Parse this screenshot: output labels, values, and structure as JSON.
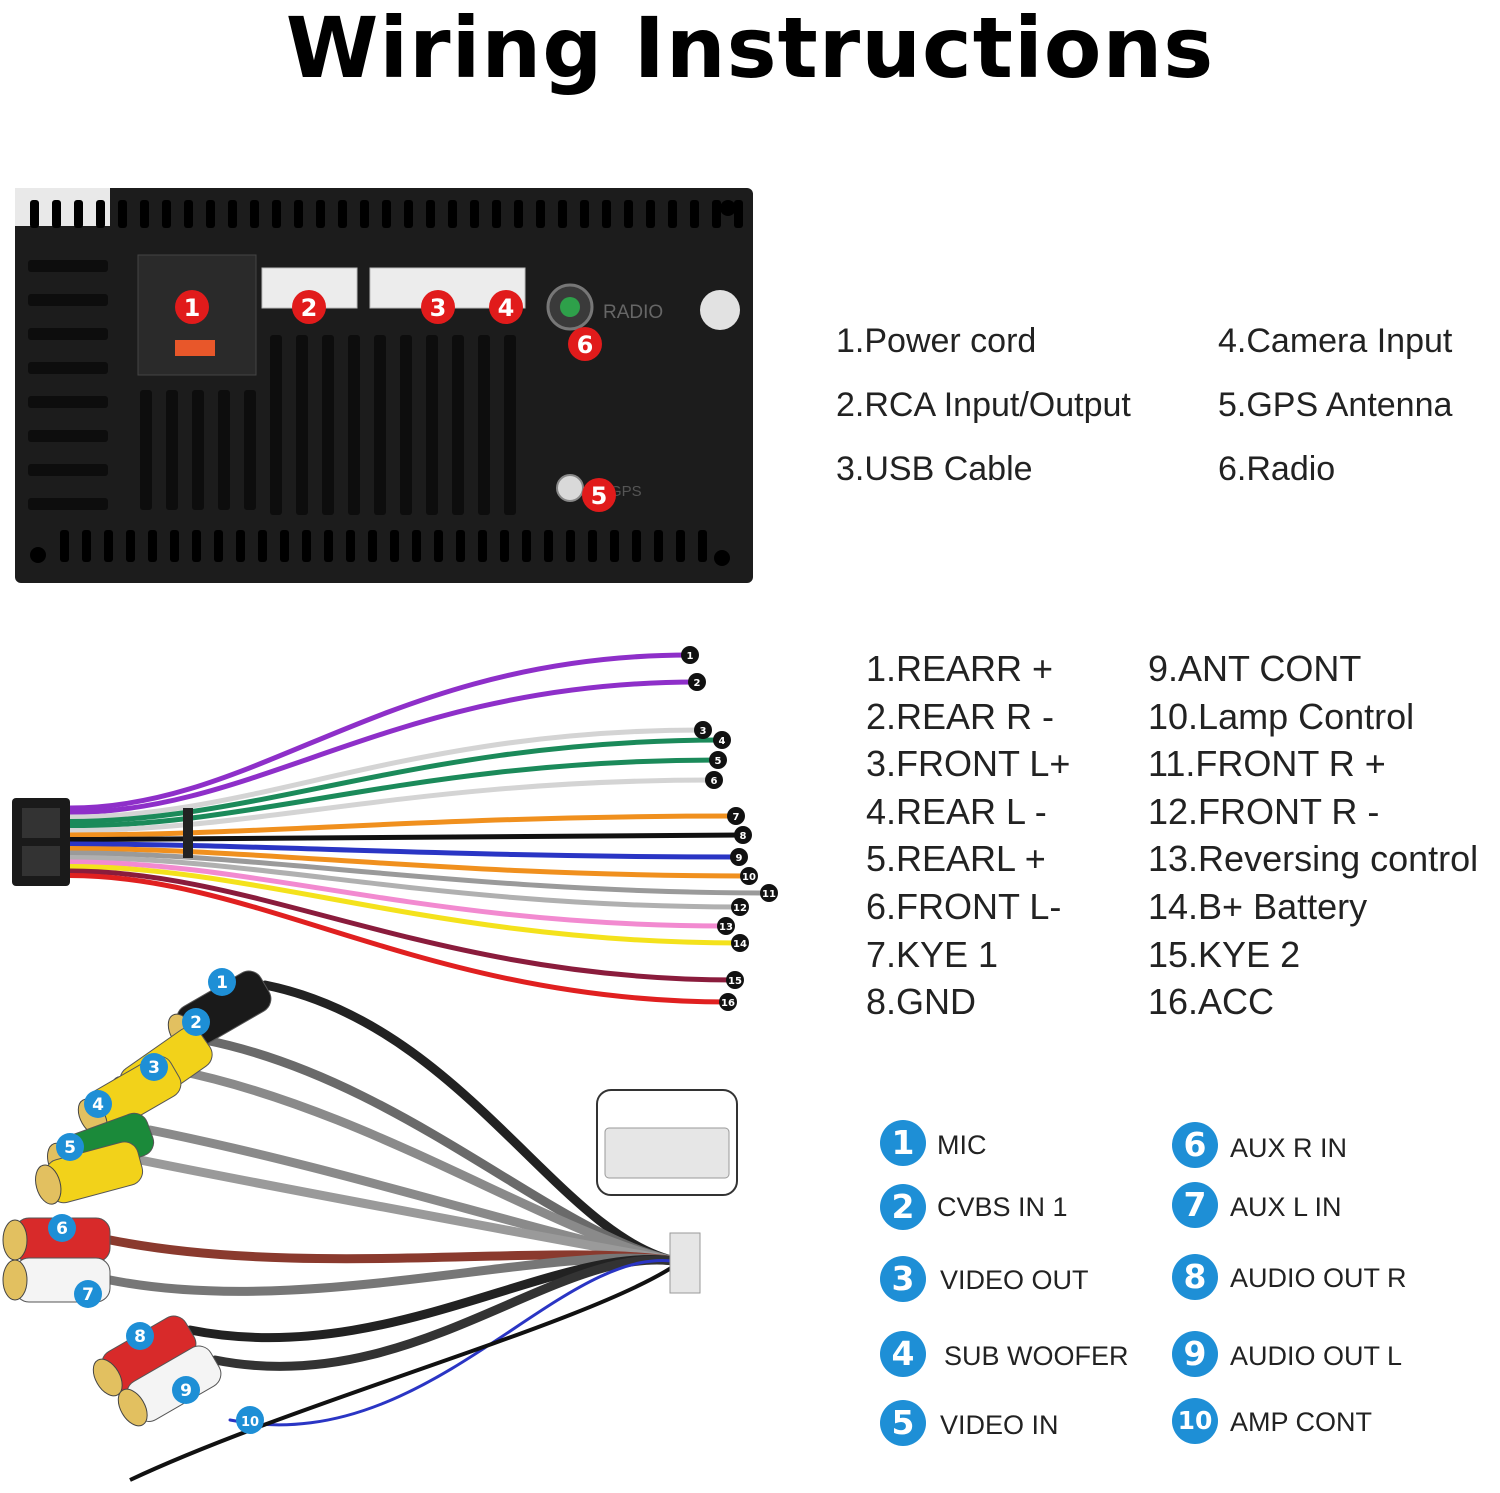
{
  "title": "Wiring Instructions",
  "unit_labels": {
    "radio": "RADIO",
    "gps": "GPS"
  },
  "ports": [
    {
      "n": "1",
      "label": "1.Power cord"
    },
    {
      "n": "2",
      "label": "2.RCA Input/Output"
    },
    {
      "n": "3",
      "label": "3.USB Cable"
    },
    {
      "n": "4",
      "label": "4.Camera Input"
    },
    {
      "n": "5",
      "label": "5.GPS Antenna"
    },
    {
      "n": "6",
      "label": "6.Radio"
    }
  ],
  "wires": [
    {
      "n": "1",
      "label": "1.REARR +",
      "color": "#8e2fc9"
    },
    {
      "n": "2",
      "label": "2.REAR R -",
      "color": "#8e2fc9"
    },
    {
      "n": "3",
      "label": "3.FRONT L+",
      "color": "#f2f2f2"
    },
    {
      "n": "4",
      "label": "4.REAR L -",
      "color": "#1b8a5a"
    },
    {
      "n": "5",
      "label": "5.REARL +",
      "color": "#1b8a5a"
    },
    {
      "n": "6",
      "label": "6.FRONT L-",
      "color": "#f2f2f2"
    },
    {
      "n": "7",
      "label": "7.KYE 1",
      "color": "#f0901e"
    },
    {
      "n": "8",
      "label": "8.GND",
      "color": "#111111"
    },
    {
      "n": "9",
      "label": "9.ANT CONT",
      "color": "#2a35c4"
    },
    {
      "n": "10",
      "label": "10.Lamp Control",
      "color": "#f0901e"
    },
    {
      "n": "11",
      "label": "11.FRONT R +",
      "color": "#9a9a9a"
    },
    {
      "n": "12",
      "label": "12.FRONT R -",
      "color": "#b0b0b0"
    },
    {
      "n": "13",
      "label": "13.Reversing control",
      "color": "#f28ad0"
    },
    {
      "n": "14",
      "label": "14.B+ Battery",
      "color": "#f4e21c"
    },
    {
      "n": "15",
      "label": "15.KYE 2",
      "color": "#8a1c3c"
    },
    {
      "n": "16",
      "label": "16.ACC",
      "color": "#e02020"
    }
  ],
  "rca": [
    {
      "n": "1",
      "label": "MIC"
    },
    {
      "n": "2",
      "label": "CVBS IN 1"
    },
    {
      "n": "3",
      "label": "VIDEO OUT"
    },
    {
      "n": "4",
      "label": "SUB WOOFER"
    },
    {
      "n": "5",
      "label": "VIDEO IN"
    },
    {
      "n": "6",
      "label": "AUX R IN"
    },
    {
      "n": "7",
      "label": "AUX L IN"
    },
    {
      "n": "8",
      "label": "AUDIO OUT R"
    },
    {
      "n": "9",
      "label": "AUDIO OUT L"
    },
    {
      "n": "10",
      "label": "AMP CONT"
    }
  ],
  "colors": {
    "badge": "#1e8fd6",
    "port_marker": "#e11b1b",
    "unit_body": "#1c1c1c"
  }
}
